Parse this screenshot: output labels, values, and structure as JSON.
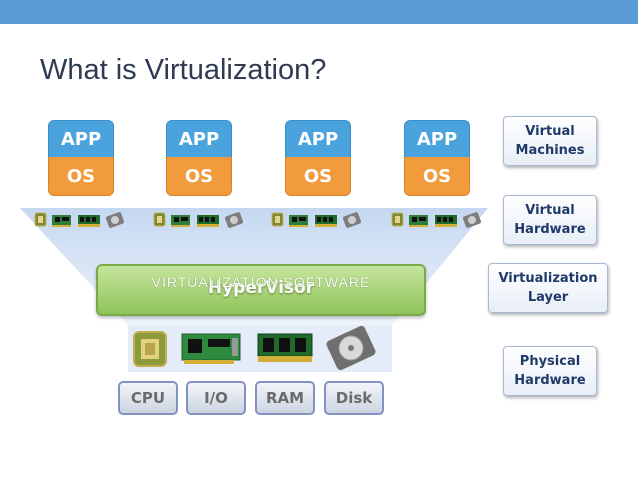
{
  "slide": {
    "title": "What is Virtualization?"
  },
  "vms": [
    {
      "app": "APP",
      "os": "OS"
    },
    {
      "app": "APP",
      "os": "OS"
    },
    {
      "app": "APP",
      "os": "OS"
    },
    {
      "app": "APP",
      "os": "OS"
    }
  ],
  "hypervisor": {
    "word": "HyperVisor",
    "label": "VIRTUALIZATION SOFTWARE"
  },
  "physical": [
    {
      "label": "CPU"
    },
    {
      "label": "I/O"
    },
    {
      "label": "RAM"
    },
    {
      "label": "Disk"
    }
  ],
  "layers": [
    {
      "label": "Virtual\nMachines"
    },
    {
      "label": "Virtual\nHardware"
    },
    {
      "label": "Virtualization\nLayer"
    },
    {
      "label": "Physical\nHardware"
    }
  ],
  "colors": {
    "topbar": "#5b9bd5",
    "app": "#4aa3dd",
    "os": "#f29b3c",
    "hypervisor": "#a7d476",
    "funnel": "#c9daf1",
    "label_text": "#1f3a68"
  }
}
